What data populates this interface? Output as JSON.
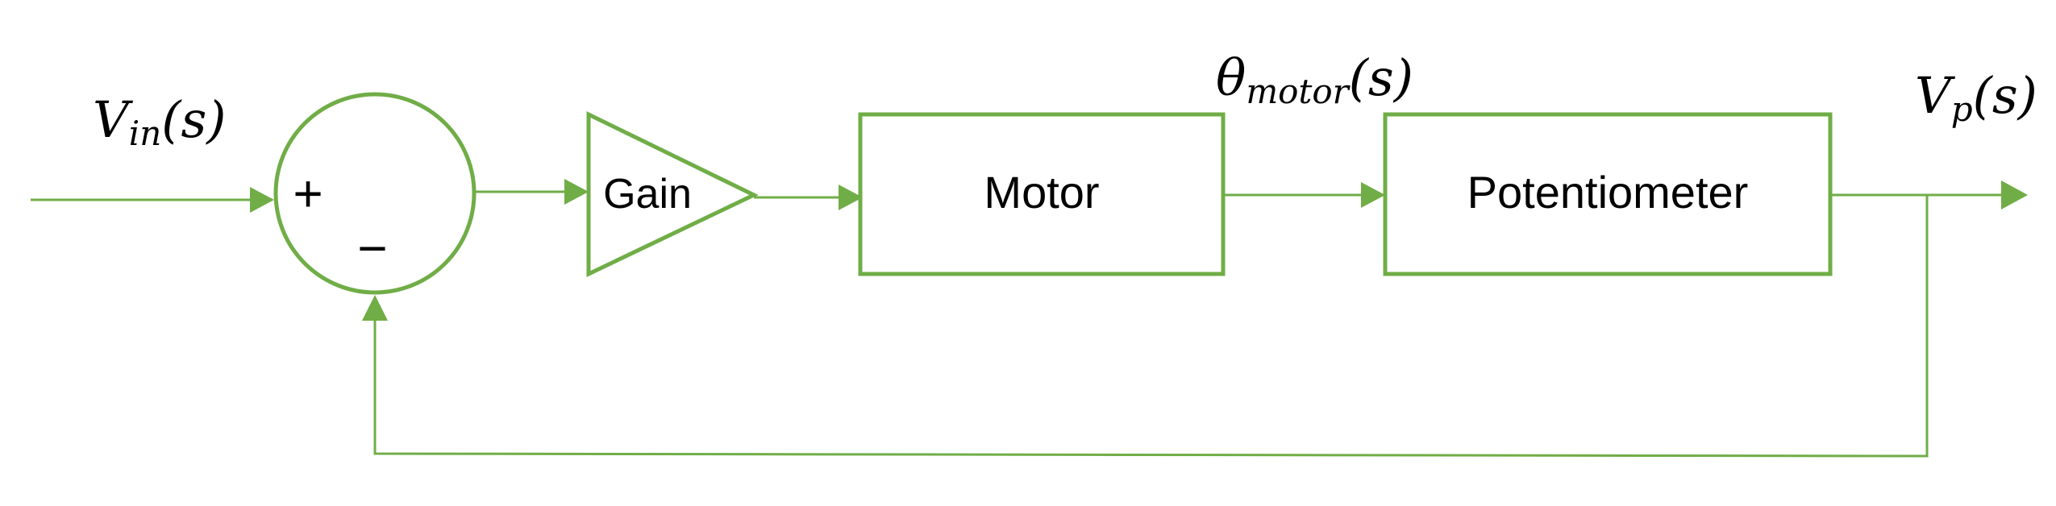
{
  "colors": {
    "stroke": "#70AD47",
    "text": "#000000"
  },
  "signals": {
    "input": {
      "main": "V",
      "sub": "in",
      "arg": "(s)"
    },
    "intermediate": {
      "main": "θ",
      "sub": "motor",
      "arg": "(s)"
    },
    "output": {
      "main": "V",
      "sub": "p",
      "arg": "(s)"
    }
  },
  "summing_junction": {
    "plus": "+",
    "minus": "−"
  },
  "blocks": {
    "gain": "Gain",
    "motor": "Motor",
    "potentiometer": "Potentiometer"
  }
}
